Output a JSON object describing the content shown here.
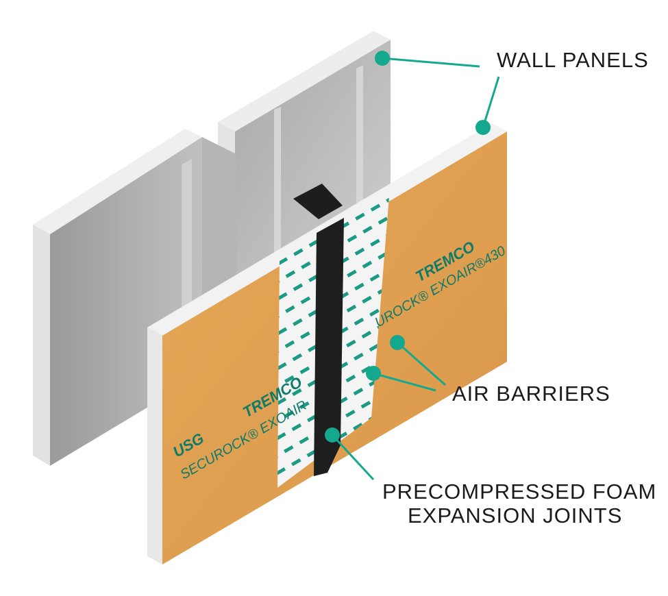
{
  "labels": {
    "wall_panels": "WALL PANELS",
    "air_barriers": "AIR BARRIERS",
    "foam_line1": "PRECOMPRESSED FOAM",
    "foam_line2": "EXPANSION JOINTS"
  },
  "product_marks": {
    "usg": "USG",
    "tremco": "TREMCO",
    "securock": "SECUROCK® EXOAIR",
    "exoair_430": "UROCK® EXOAIR®430"
  },
  "colors": {
    "callout": "#14a88f",
    "air_barrier": "#e0a050",
    "panel_edge": "#eeeeee",
    "foam": "#222222"
  }
}
